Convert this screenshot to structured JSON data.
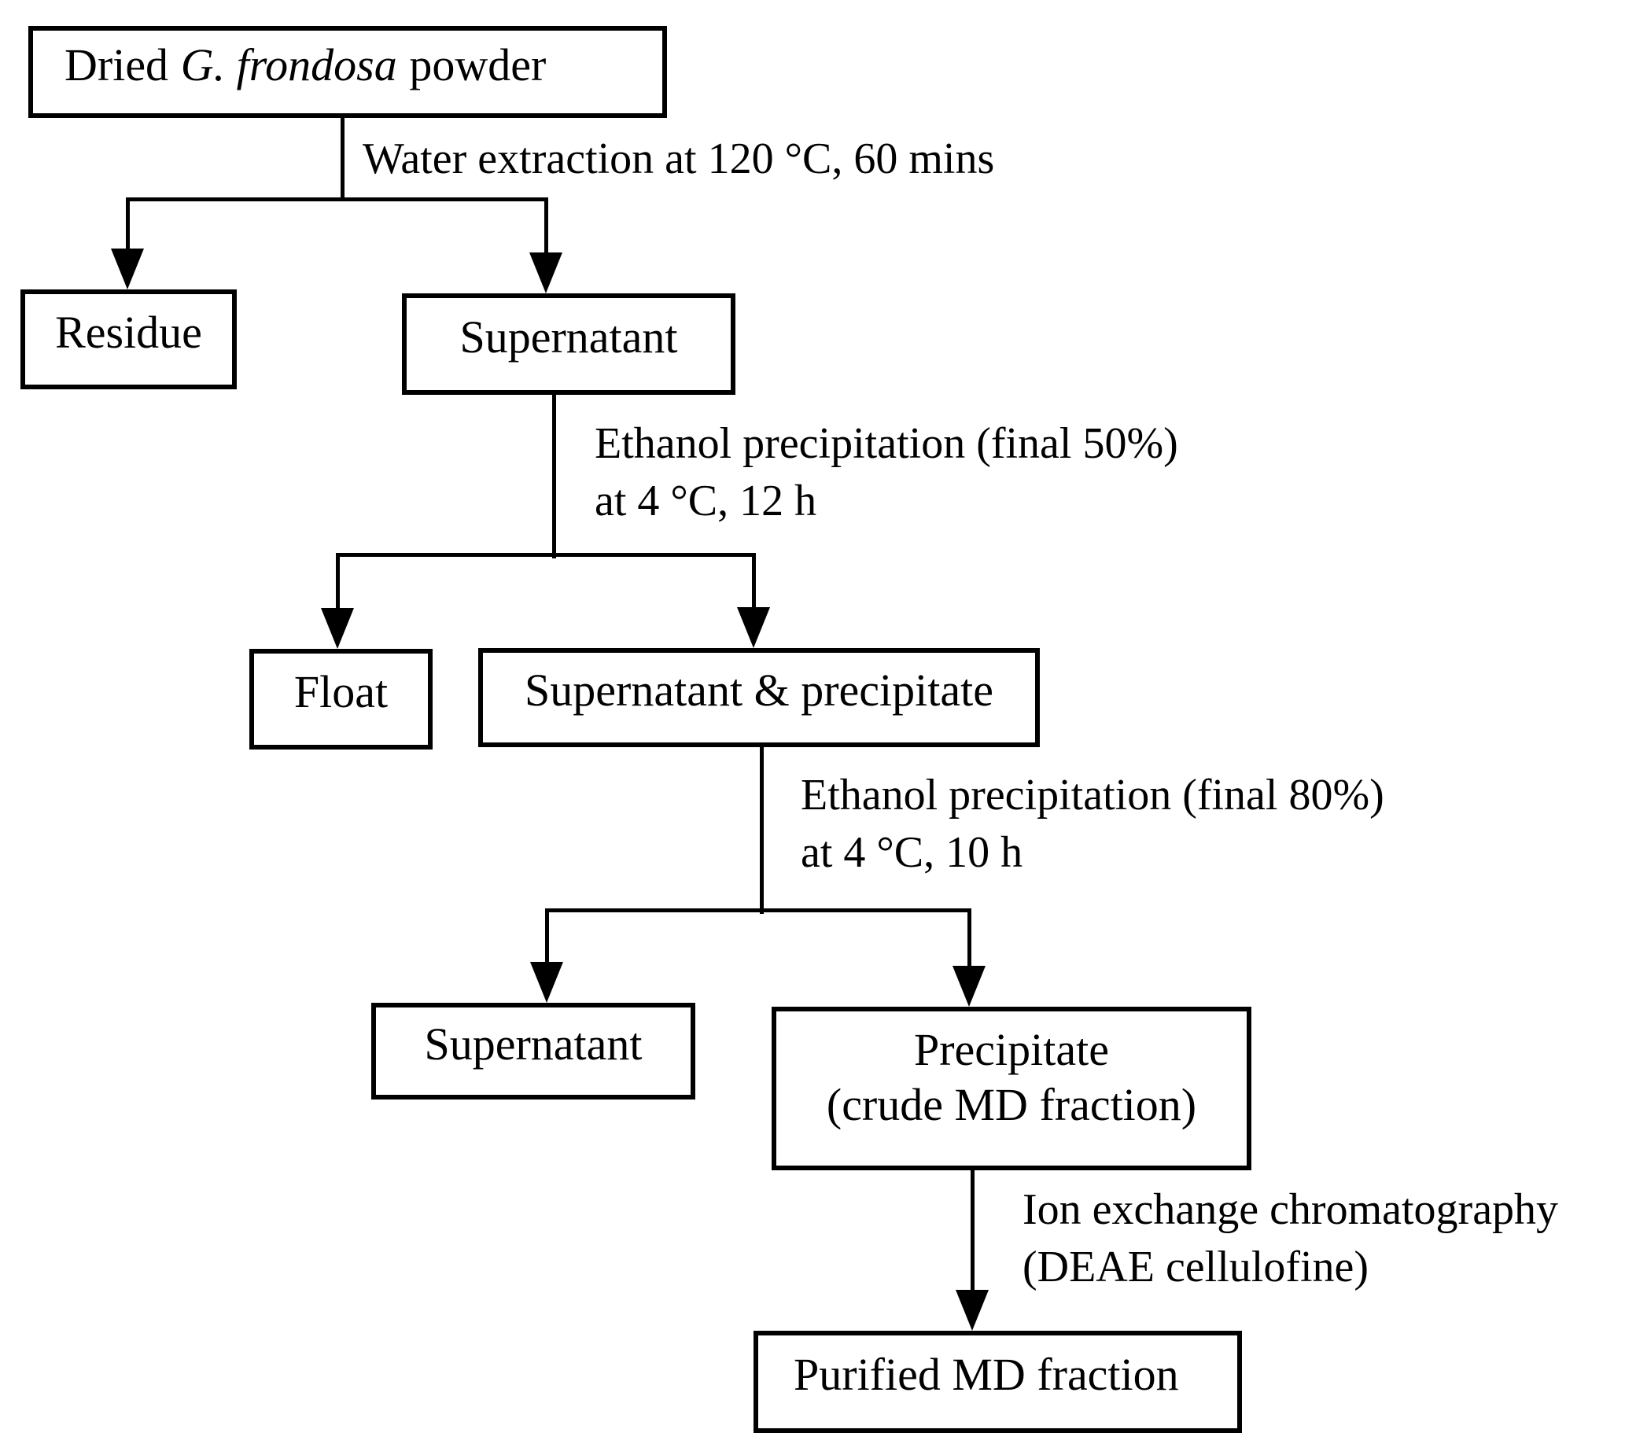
{
  "page": {
    "background_color": "#ffffff",
    "line_color": "#000000",
    "text_color": "#000000"
  },
  "flowchart": {
    "source_box": {
      "prefix": "Dried",
      "species": "G. frondosa",
      "suffix": "powder"
    },
    "boxes": {
      "residue": "Residue",
      "supernatant_1": "Supernatant",
      "float": "Float",
      "supernatant_precipitate": "Supernatant & precipitate",
      "supernatant_2": "Supernatant",
      "precipitate_line1": "Precipitate",
      "precipitate_line2": "(crude MD fraction)",
      "purified": "Purified MD fraction"
    },
    "step_labels": {
      "water_extraction": "Water extraction at 120 °C, 60 mins",
      "ethanol_50_line1": "Ethanol precipitation (final 50%)",
      "ethanol_50_line2": "at 4 °C, 12 h",
      "ethanol_80_line1": "Ethanol precipitation (final 80%)",
      "ethanol_80_line2": "at 4 °C, 10 h",
      "ion_exchange_line1": "Ion exchange chromatography",
      "ion_exchange_line2": "(DEAE cellulofine)"
    }
  }
}
